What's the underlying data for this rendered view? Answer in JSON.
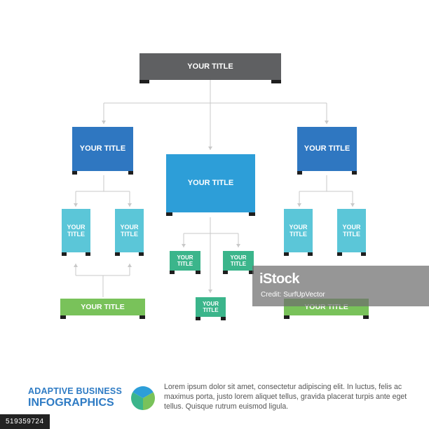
{
  "colors": {
    "root": "#5f6062",
    "level1": "#2f77c1",
    "center": "#2d9ed8",
    "level2": "#5bc6d8",
    "teal": "#3bb58b",
    "green": "#79c25a",
    "connector": "#c9c9c9",
    "tab": "#1e1e1e"
  },
  "diagram": {
    "root": {
      "label": "YOUR TITLE"
    },
    "left": {
      "label": "YOUR TITLE",
      "children": [
        {
          "label": "YOUR TITLE"
        },
        {
          "label": "YOUR TITLE"
        }
      ],
      "bar": {
        "label": "YOUR TITLE"
      }
    },
    "center": {
      "label": "YOUR TITLE",
      "children": [
        {
          "label": "YOUR TITLE"
        },
        {
          "label": "YOUR TITLE"
        }
      ],
      "bottom": {
        "label": "YOUR TITLE"
      }
    },
    "right": {
      "label": "YOUR TITLE",
      "children": [
        {
          "label": "YOUR TITLE"
        },
        {
          "label": "YOUR TITLE"
        }
      ],
      "bar": {
        "label": "YOUR TITLE"
      }
    }
  },
  "footer": {
    "title_line1": "ADAPTIVE BUSINESS",
    "title_line2": "INFOGRAPHICS",
    "body": "Lorem ipsum dolor sit amet, consectetur adipiscing elit. In luctus, felis ac maximus porta, justo lorem aliquet tellus, gravida placerat turpis ante eget tellus. Quisque rutrum euismod ligula.",
    "pie_colors": [
      "#2d9ed8",
      "#79c25a",
      "#3bb58b"
    ]
  },
  "watermark": {
    "logo": "iStock",
    "credit": "Credit: SurfUpVector"
  },
  "stock_id": "519359724"
}
